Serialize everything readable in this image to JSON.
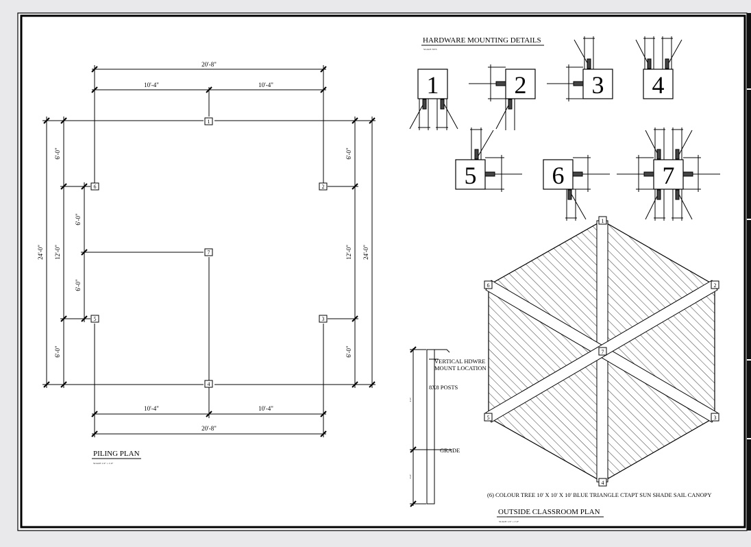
{
  "piling_plan": {
    "title": "PILING PLAN",
    "scale": "SCALE: 1/2\" = 1'-0\"",
    "dims": {
      "overall_width": "20'-8\"",
      "half_width": "10'-4\"",
      "overall_height": "24'-0\"",
      "mid_height": "12'-0\"",
      "segment": "6'-0\""
    },
    "posts": [
      "1",
      "2",
      "3",
      "4",
      "5",
      "6",
      "7"
    ]
  },
  "hardware": {
    "title": "HARDWARE MOUNTING DETAILS",
    "scale": "SCALE: NTS",
    "details": [
      "1",
      "2",
      "3",
      "4",
      "5",
      "6",
      "7"
    ]
  },
  "post_detail": {
    "vertical_mount": "VERTICAL HDWRE MOUNT LOCATION",
    "vertical_mount_line1": "VERTICAL HDWRE",
    "vertical_mount_line2": "MOUNT LOCATION",
    "posts_label": "8X8 POSTS",
    "grade_label": "GRADE",
    "dim_upper": "4'-6\"",
    "dim_lower": "3'-0\""
  },
  "classroom_plan": {
    "title": "OUTSIDE CLASSROOM PLAN",
    "scale": "SCALE: 1/2\" = 1'-0\"",
    "canopy_note": "(6)  COLOUR TREE 10' X 10' X 10' BLUE TRIANGLE CTAPT SUN SHADE SAIL CANOPY",
    "posts": [
      "1",
      "2",
      "3",
      "4",
      "5",
      "6",
      "7"
    ]
  }
}
